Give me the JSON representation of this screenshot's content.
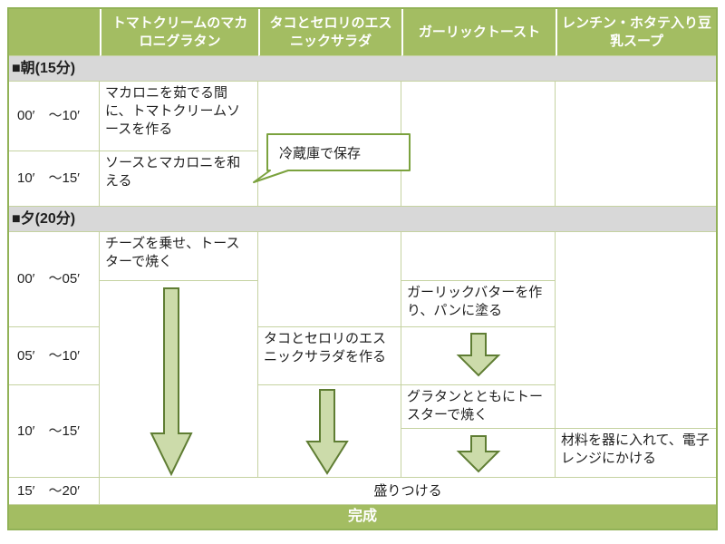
{
  "header": {
    "dishes": [
      "トマトクリームのマカロニグラタン",
      "タコとセロリのエスニックサラダ",
      "ガーリックトースト",
      "レンチン・ホタテ入り豆乳スープ"
    ]
  },
  "sections": {
    "morning": "■朝(15分)",
    "evening": "■夕(20分)"
  },
  "times": {
    "m1": "00′　～10′",
    "m2": "10′　～15′",
    "e1": "00′　～05′",
    "e2": "05′　～10′",
    "e3": "10′　～15′",
    "e4": "15′　～20′"
  },
  "tasks": {
    "boil_macaroni": "マカロニを茹でる間に、トマトクリームソースを作る",
    "mix_sauce": "ソースとマカロニを和える",
    "cheese_toast": "チーズを乗せ、トースターで焼く",
    "make_salad": "タコとセロリのエスニックサラダを作る",
    "garlic_butter": "ガーリックバターを作り、パンに塗る",
    "bake_with_gratin": "グラタンとともにトースターで焼く",
    "microwave_soup": "材料を器に入れて、電子レンジにかける",
    "plating": "盛りつける"
  },
  "callout": {
    "text": "冷蔵庫で保存"
  },
  "footer": {
    "label": "完成"
  },
  "colors": {
    "header_green": "#a3bd62",
    "section_gray": "#d8d8d8",
    "grid": "#c5d2a1",
    "outer": "#92b257",
    "arrow_fill": "#ccdbaa",
    "arrow_stroke": "#5f7d33",
    "callout_border": "#7ba23e"
  }
}
